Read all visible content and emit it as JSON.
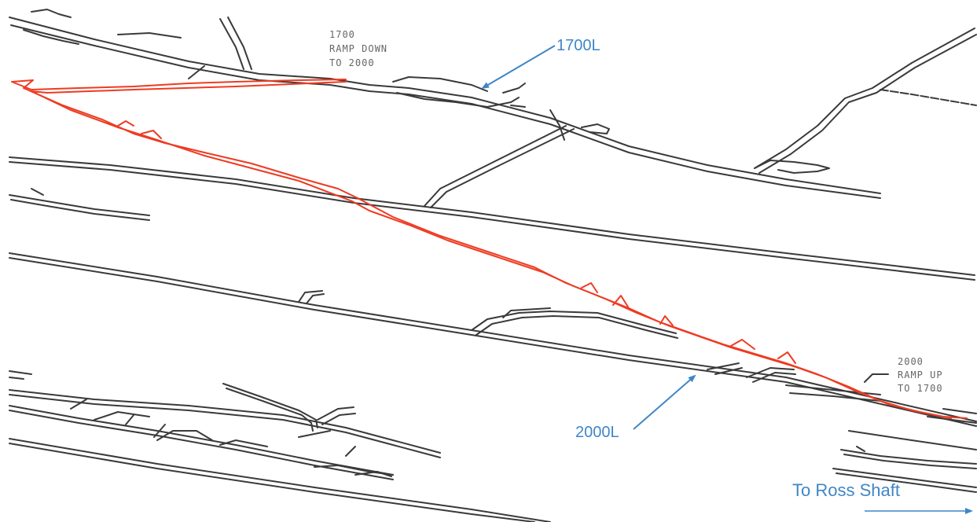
{
  "colors": {
    "drift": "#3a3a3a",
    "survey_path": "#ee3b22",
    "callout": "#3f86c6",
    "background": "#ffffff",
    "ramp_label": "#666666"
  },
  "labels": {
    "ramp_down": {
      "line1": "1700",
      "line2": "RAMP DOWN",
      "line3": "TO 2000"
    },
    "ramp_up": {
      "line1": "2000",
      "line2": "RAMP UP",
      "line3": "TO 1700"
    }
  },
  "callouts": {
    "upper_level": "1700L",
    "lower_level": "2000L",
    "direction": "To Ross Shaft"
  },
  "icons": {
    "direction_arrow": "right-arrow-icon",
    "callout_arrow": "pointer-arrow-icon"
  }
}
